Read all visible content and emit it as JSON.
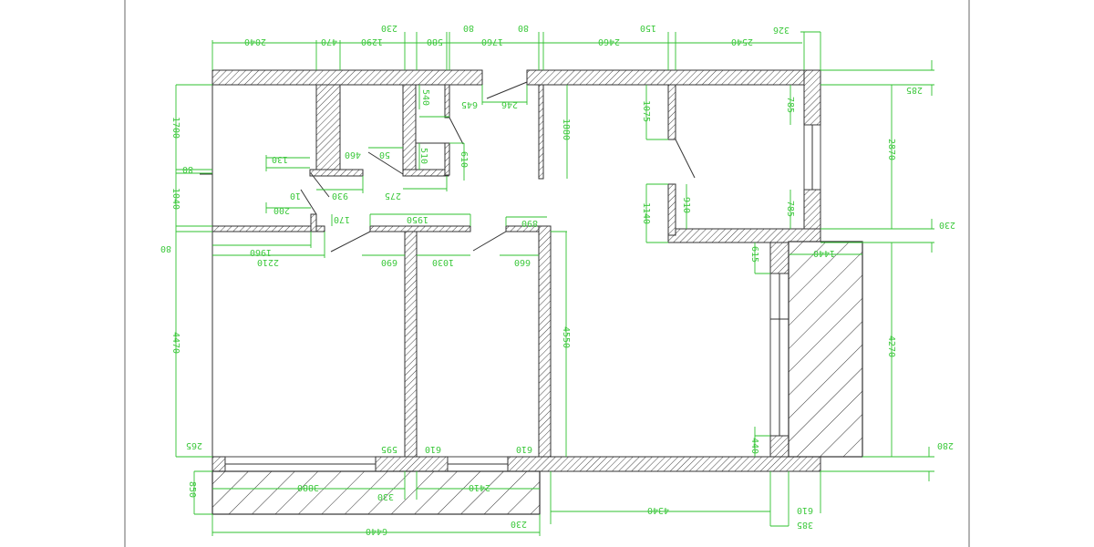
{
  "drawing": {
    "type": "architectural floor plan",
    "colors": {
      "dimension": "#2fc12f",
      "wall_outline": "#333333",
      "frame": "#9a9a9a",
      "background": "#ffffff"
    },
    "note": "Dimension text is rendered mirrored/upside-down as in the source scan"
  },
  "dimensions": {
    "top": [
      "2040",
      "470",
      "1290",
      "230",
      "580",
      "80",
      "1760",
      "80",
      "2460",
      "150",
      "2540",
      "326"
    ],
    "left": [
      "1700",
      "80",
      "1040",
      "80",
      "4470",
      "265",
      "850"
    ],
    "right": [
      "285",
      "2870",
      "230",
      "4270",
      "280"
    ],
    "bottom": [
      "6440",
      "230",
      "3880",
      "330",
      "2410",
      "4340",
      "610",
      "385"
    ],
    "interior": {
      "d540": "540",
      "d645": "645",
      "d246": "246",
      "d1880": "1880",
      "d1075": "1075",
      "d785a": "785",
      "d785b": "785",
      "d1140": "1140",
      "d910": "910",
      "d460": "460",
      "d50": "50",
      "d510": "510",
      "d610a": "610",
      "d130": "130",
      "d10": "10",
      "d930": "930",
      "d275": "275",
      "d200": "200",
      "d170": "170",
      "d1950": "1950",
      "d890": "890",
      "d1960": "1960",
      "d2210": "2210",
      "d690": "690",
      "d1030": "1030",
      "d660": "660",
      "d615": "615",
      "d1440": "1440",
      "d4550": "4550",
      "d595": "595",
      "d610b": "610",
      "d610c": "610",
      "d440": "440"
    }
  }
}
